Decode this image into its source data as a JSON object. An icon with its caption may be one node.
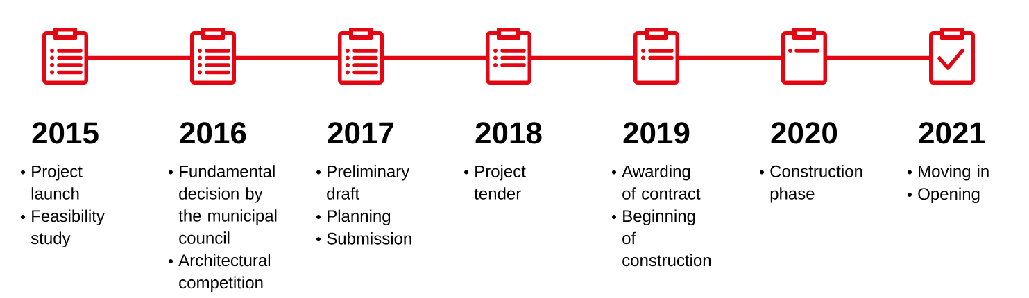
{
  "diagram": {
    "nodes": [
      {
        "text": [],
        "shape": "clipboard"
      },
      {
        "text": [],
        "shape": "clipboard"
      },
      {
        "text": [],
        "shape": "clipboard"
      },
      {
        "text": [],
        "shape": "clipboard"
      },
      {
        "text": [],
        "shape": "clipboard"
      },
      {
        "text": [],
        "shape": "clipboard"
      },
      {
        "text": [],
        "shape": "clipboard"
      }
    ],
    "edges": [
      {
        "from": 0,
        "to": 1,
        "arrow": "none"
      },
      {
        "from": 1,
        "to": 2,
        "arrow": "none"
      },
      {
        "from": 2,
        "to": 3,
        "arrow": "none"
      },
      {
        "from": 3,
        "to": 4,
        "arrow": "none"
      },
      {
        "from": 4,
        "to": 5,
        "arrow": "none"
      },
      {
        "from": 5,
        "to": 6,
        "arrow": "none"
      }
    ],
    "labels": [
      "2015",
      "Project launch",
      "Feasibility study",
      "2016",
      "Fundamental decision by the municipal council",
      "Architectural competition",
      "2017",
      "Preliminary draft",
      "Planning",
      "Submission",
      "2018",
      "Project tender",
      "2019",
      "Awarding of contract",
      "Beginning of construction",
      "2020",
      "Construction phase",
      "2021",
      "Moving in",
      "Opening"
    ]
  }
}
